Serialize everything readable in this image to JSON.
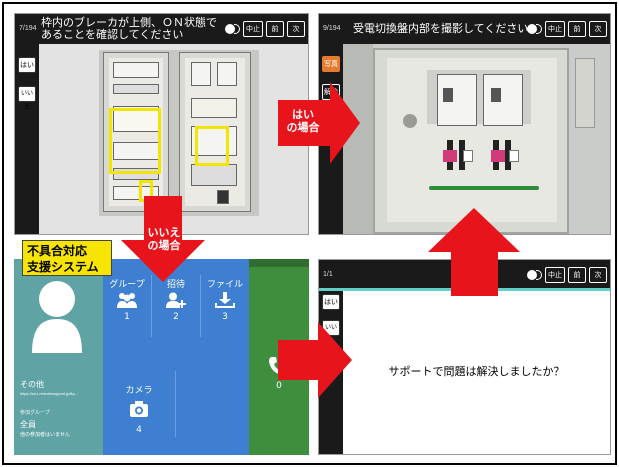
{
  "panel_tl": {
    "counter": "7/194",
    "title_line1": "枠内のブレーカが上側、ＯＮ状態で",
    "title_line2": "あることを確認してください",
    "stop_btn": "中止",
    "prev_btn": "前",
    "next_btn": "次",
    "yes_btn": "はい",
    "no_btn": "いいえ"
  },
  "panel_tr": {
    "counter": "9/194",
    "title": "受電切換盤内部を撮影してください",
    "stop_btn": "中止",
    "prev_btn": "前",
    "next_btn": "次",
    "photo_btn": "写真",
    "cancel_btn": "解除"
  },
  "panel_bl": {
    "contact_name": "その他",
    "contact_url": "https://sv1.remotesupport.jp/liq...",
    "group_label": "参加グループ",
    "group_value": "全員",
    "group_note": "他の参加者はいません",
    "tiles": [
      {
        "label": "グループ",
        "count": "1",
        "icon": "group-icon"
      },
      {
        "label": "招待",
        "count": "2",
        "icon": "invite-icon"
      },
      {
        "label": "ファイル",
        "count": "3",
        "icon": "download-icon"
      },
      {
        "label": "カメラ",
        "count": "4",
        "icon": "camera-icon"
      }
    ],
    "phone_count": "0"
  },
  "panel_br": {
    "counter": "1/1",
    "stop_btn": "中止",
    "prev_btn": "前",
    "next_btn": "次",
    "yes_btn": "はい",
    "no_btn": "いいえ",
    "question": "サポートで問題は解決しましたか？"
  },
  "annotations": {
    "yes_case_line1": "はい",
    "yes_case_line2": "の場合",
    "no_case_line1": "いいえ",
    "no_case_line2": "の場合",
    "system_title_line1": "不具合対応",
    "system_title_line2": "支援システム"
  },
  "colors": {
    "arrow_red": "#e8141b",
    "highlight_yellow": "#f2e600",
    "tile_blue": "#3f7fd1",
    "teal": "#5fa3a4",
    "green": "#3f8e3e",
    "orange": "#e57b2e"
  }
}
